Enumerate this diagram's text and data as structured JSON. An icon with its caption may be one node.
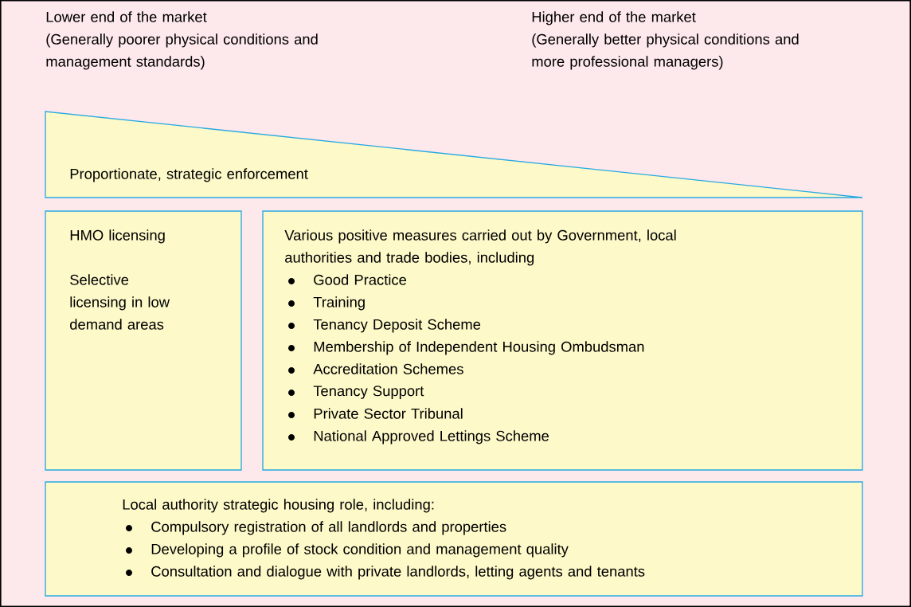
{
  "diagram": {
    "nodes": [
      {
        "text": [
          "Proportionate, strategic enforcement"
        ]
      },
      {
        "text": [
          "HMO licensing",
          "Selective licensing in low demand areas"
        ]
      },
      {
        "text": [
          "Various positive measures carried out by Government, local authorities and trade bodies, including",
          "Good Practice",
          "Training",
          "Tenancy Deposit Scheme",
          "Membership of Independent Housing Ombudsman",
          "Accreditation Schemes",
          "Tenancy Support",
          "Private Sector Tribunal",
          "National Approved Lettings Scheme"
        ]
      },
      {
        "text": [
          "Local authority strategic housing role, including:",
          "Compulsory registration of all landlords and properties",
          "Developing a profile of stock condition and management quality",
          "Consultation and dialogue with private landlords, letting agents and tenants"
        ]
      }
    ],
    "labels": [
      "Lower end of the market",
      "(Generally poorer physical conditions and management standards)",
      "Higher end of the market",
      "(Generally better physical conditions and more professional managers)"
    ]
  }
}
